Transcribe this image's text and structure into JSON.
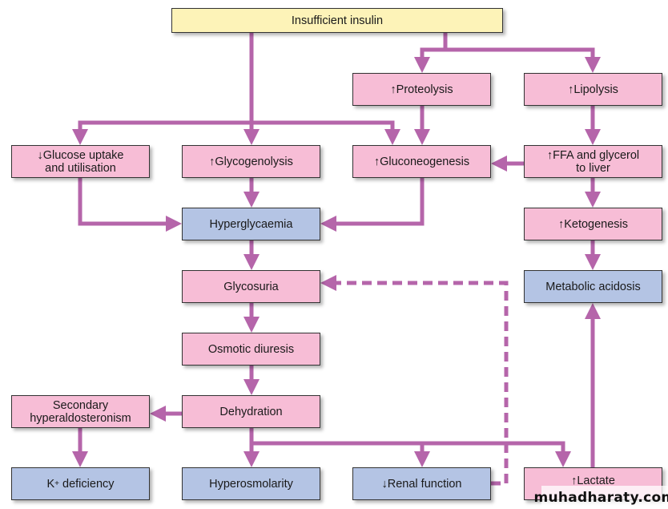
{
  "colors": {
    "arrow": "#b565aa",
    "pink": "#f7bdd6",
    "blue": "#b4c4e4",
    "yellow": "#fdf3b8"
  },
  "nodes": {
    "insulin": "Insufficient insulin",
    "proteolysis": "↑Proteolysis",
    "lipolysis": "↑Lipolysis",
    "glucose_uptake": "↓Glucose uptake\nand utilisation",
    "glycogenolysis": "↑Glycogenolysis",
    "gluconeogenesis": "↑Gluconeogenesis",
    "ffa": "↑FFA and glycerol\nto liver",
    "hyperglycaemia": "Hyperglycaemia",
    "ketogenesis": "↑Ketogenesis",
    "glycosuria": "Glycosuria",
    "metabolic_acidosis": "Metabolic acidosis",
    "osmotic_diuresis": "Osmotic diuresis",
    "secondary_hyperaldosteronism": "Secondary\nhyperaldosteronism",
    "dehydration": "Dehydration",
    "k_deficiency_prefix": "K",
    "k_deficiency_sup": "+",
    "k_deficiency_suffix": " deficiency",
    "hyperosmolarity": "Hyperosmolarity",
    "renal_function": "↓Renal function",
    "lactate": "↑Lactate"
  },
  "watermark": "muhadharaty.com"
}
